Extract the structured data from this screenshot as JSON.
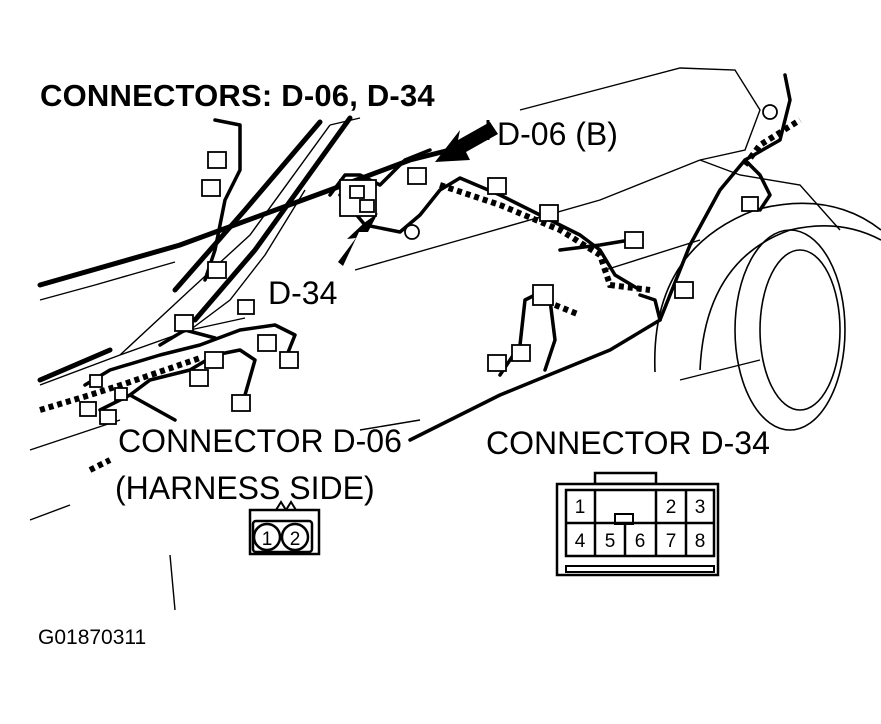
{
  "title": "CONNECTORS: D-06, D-34",
  "callouts": {
    "d06": "D-06 (B)",
    "d34": "D-34"
  },
  "connector_d06": {
    "heading_line1": "CONNECTOR D-06",
    "heading_line2": "(HARNESS SIDE)",
    "pins": [
      "1",
      "2"
    ]
  },
  "connector_d34": {
    "heading": "CONNECTOR D-34",
    "pins": [
      "1",
      "2",
      "3",
      "4",
      "5",
      "6",
      "7",
      "8"
    ]
  },
  "figure_id": "G01870311"
}
